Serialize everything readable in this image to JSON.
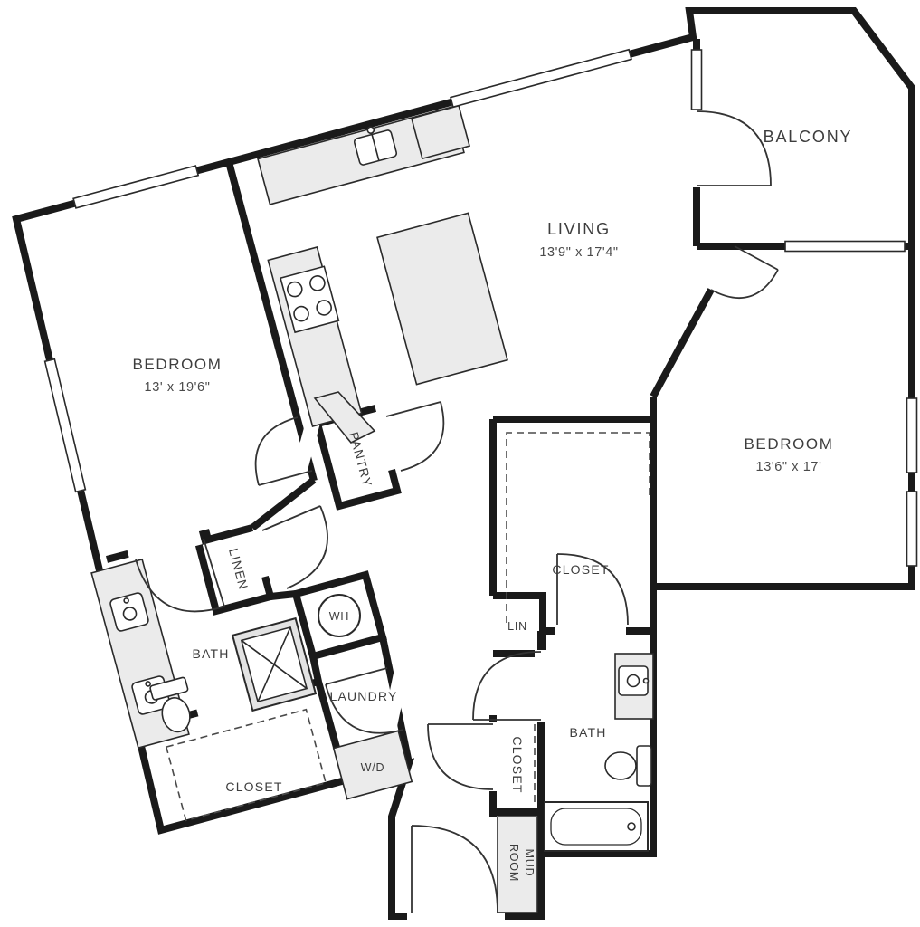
{
  "plan": {
    "rooms": {
      "balcony": {
        "label": "BALCONY"
      },
      "living": {
        "label": "LIVING",
        "dims": "13'9\" x 17'4\""
      },
      "bedroom_left": {
        "label": "BEDROOM",
        "dims": "13' x 19'6\""
      },
      "bedroom_right": {
        "label": "BEDROOM",
        "dims": "13'6\" x 17'"
      },
      "pantry": {
        "label": "PANTRY"
      },
      "linen": {
        "label": "LINEN"
      },
      "bath_left": {
        "label": "BATH"
      },
      "closet_left": {
        "label": "CLOSET"
      },
      "laundry": {
        "label": "LAUNDRY"
      },
      "water_heater": {
        "label": "WH"
      },
      "washer_dryer": {
        "label": "W/D"
      },
      "closet_right": {
        "label": "CLOSET"
      },
      "lin": {
        "label": "LIN"
      },
      "bath_right": {
        "label": "BATH"
      },
      "closet_bottom": {
        "label": "CLOSET"
      },
      "mud_room": {
        "label": "MUD ROOM",
        "line1": "MUD",
        "line2": "ROOM"
      }
    },
    "colors": {
      "wall": "#1a1a1a",
      "fixture_fill": "#ebebeb",
      "label": "#3d3d3d",
      "dash": "#4a4a4a",
      "background": "#ffffff"
    }
  }
}
